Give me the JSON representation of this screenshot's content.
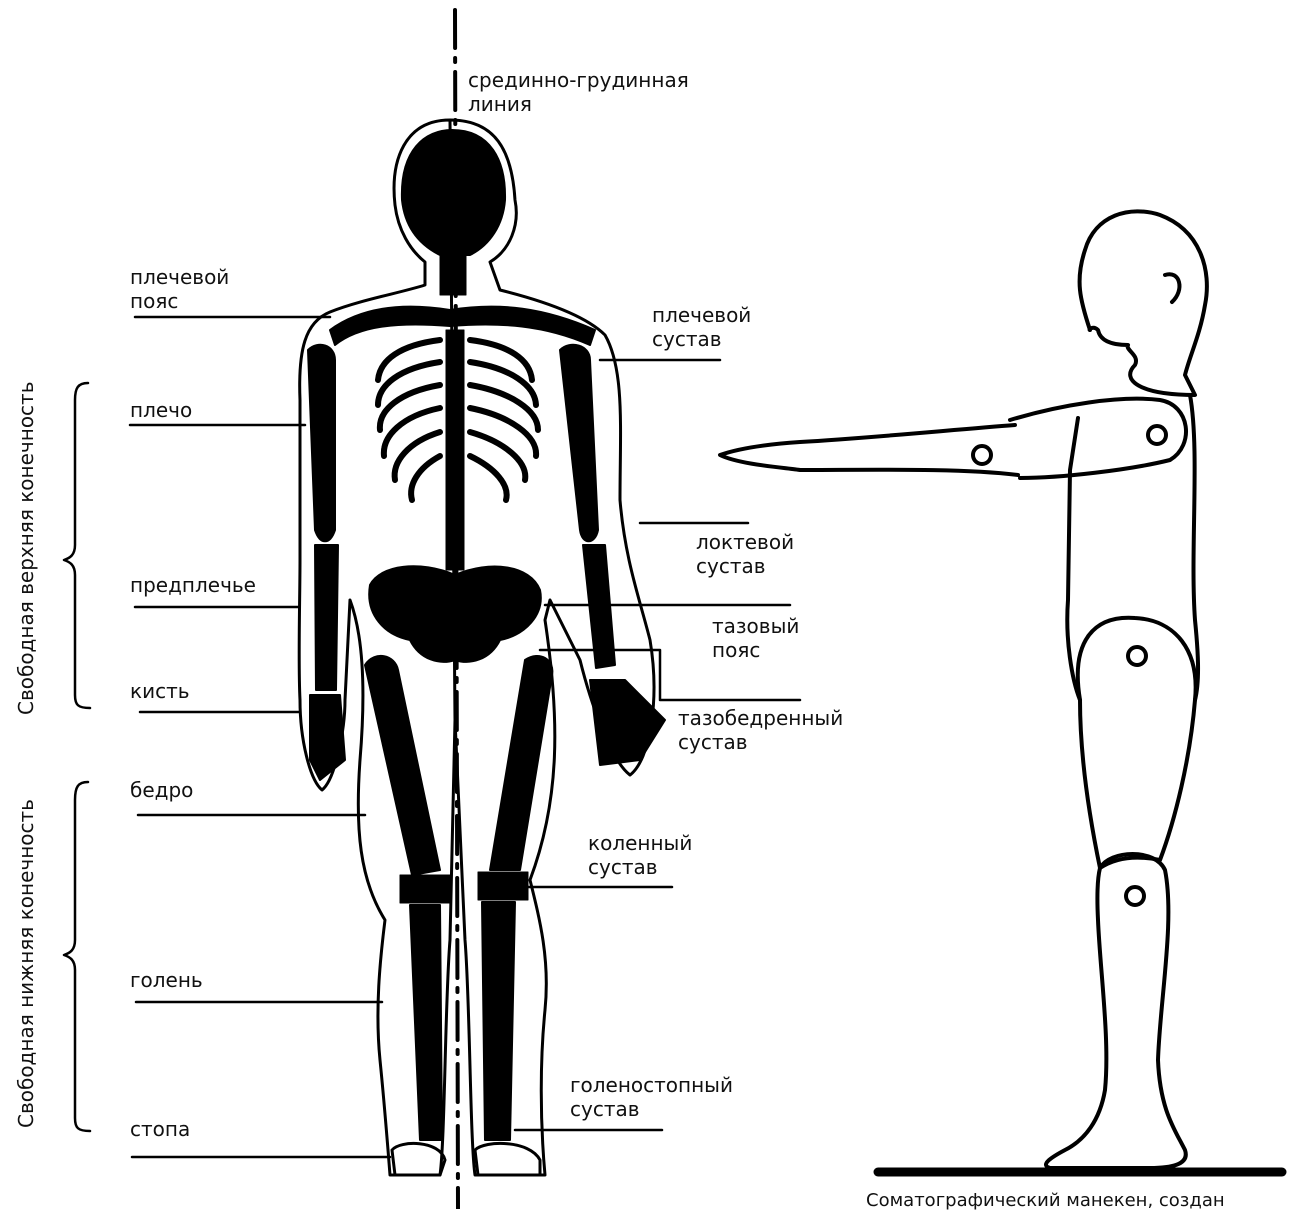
{
  "labels": {
    "midline": [
      "срединно-грудинная",
      "линия"
    ],
    "shoulder_girdle": [
      "плечевой",
      "пояс"
    ],
    "shoulder_joint": [
      "плечевой",
      "сустав"
    ],
    "upper_arm": "плечо",
    "elbow_joint": [
      "локтевой",
      "сустав"
    ],
    "forearm": "предплечье",
    "pelvic_girdle": [
      "тазовый",
      "пояс"
    ],
    "hand": "кисть",
    "hip_joint": [
      "тазобедренный",
      "сустав"
    ],
    "thigh": "бедро",
    "knee_joint": [
      "коленный",
      "сустав"
    ],
    "shin": "голень",
    "ankle_joint": [
      "голеностопный",
      "сустав"
    ],
    "foot": "стопа"
  },
  "groups": {
    "upper_limb": "Свободная верхняя конечность",
    "lower_limb": "Свободная нижняя конечность"
  },
  "caption": "Соматографический манекен, создан"
}
